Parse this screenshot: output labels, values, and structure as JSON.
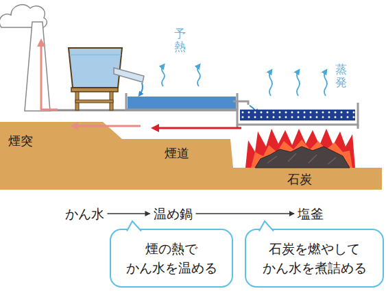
{
  "diagram": {
    "nodes": [
      {
        "text": [
          "かん水"
        ]
      },
      {
        "text": [
          "温め鍋"
        ]
      },
      {
        "text": [
          "塩釜"
        ]
      },
      {
        "text": [
          "煙の熱で かん水を温める"
        ]
      },
      {
        "text": [
          "石炭を燃やして かん水を煮詰める"
        ]
      }
    ],
    "edges": [
      {
        "from": 0,
        "to": 1,
        "arrow": "to"
      },
      {
        "from": 1,
        "to": 2,
        "arrow": "to"
      }
    ],
    "labels": [
      "煙突",
      "煙道",
      "石炭",
      "予熱",
      "蒸発"
    ]
  }
}
